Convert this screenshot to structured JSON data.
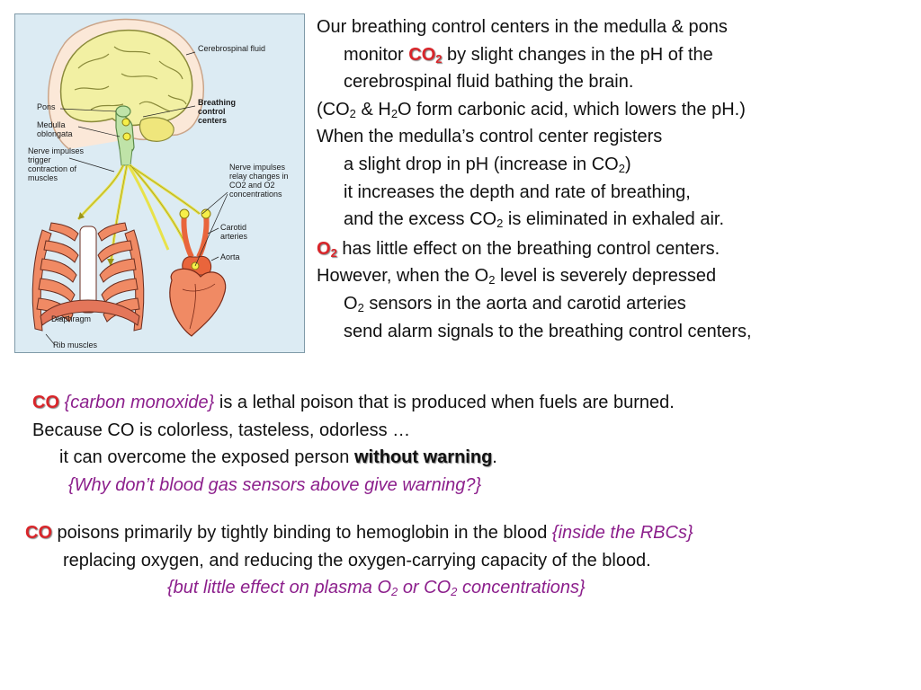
{
  "figure": {
    "labels": {
      "csf": "Cerebrospinal fluid",
      "breathing_centers": "Breathing control centers",
      "pons": "Pons",
      "medulla": "Medulla oblongata",
      "nerve_trigger": "Nerve impulses trigger contraction of muscles",
      "nerve_relay": "Nerve impulses relay changes in CO2 and O2 concentrations",
      "carotid": "Carotid arteries",
      "aorta": "Aorta",
      "diaphragm": "Diaphragm",
      "rib": "Rib muscles"
    }
  },
  "right_text": {
    "l1": "Our breathing control centers in the medulla & pons",
    "l2_pre": "monitor ",
    "l2_co": "CO",
    "l2_sub": "2",
    "l2_post": " by slight changes in the pH of the",
    "l3": "cerebrospinal fluid bathing the brain.",
    "l4_a": "(CO",
    "l4_sub1": "2",
    "l4_b": " & H",
    "l4_sub2": "2",
    "l4_c": "O form carbonic acid, which lowers the pH.)",
    "l5": "When the medulla’s control center registers",
    "l6_a": "a slight drop in pH (increase in CO",
    "l6_sub": "2",
    "l6_b": ")",
    "l7": "it increases the depth and rate of breathing,",
    "l8_a": "and the excess CO",
    "l8_sub": "2",
    "l8_b": " is eliminated in exhaled air.",
    "l9_o": "O",
    "l9_sub": "2",
    "l9_post": " has little effect on the breathing control centers.",
    "l10_a": "However, when the O",
    "l10_sub": "2",
    "l10_b": " level is severely depressed",
    "l11_a": "O",
    "l11_sub": "2",
    "l11_b": " sensors in the aorta and carotid arteries",
    "l12": "send alarm signals to the breathing control centers,"
  },
  "middle_text": {
    "l1_co": "CO",
    "l1_paren": " {carbon monoxide}",
    "l1_post": " is a lethal poison that is produced when fuels are burned.",
    "l2": "Because CO is colorless, tasteless, odorless …",
    "l3_pre": "it can overcome the exposed person ",
    "l3_bold": "without warning",
    "l3_post": ".",
    "l4": "{Why don’t blood gas sensors above give warning?}"
  },
  "bottom_text": {
    "l1_co": "CO",
    "l1_mid": " poisons primarily by tightly binding to hemoglobin in the blood ",
    "l1_paren": "{inside the RBCs}",
    "l2": "replacing oxygen, and reducing the oxygen-carrying capacity of the blood.",
    "l3_a": "{but little effect on plasma O",
    "l3_sub1": "2",
    "l3_b": " or CO",
    "l3_sub2": "2",
    "l3_c": " concentrations}"
  },
  "colors": {
    "highlight_red": "#d9252a",
    "purple": "#8c1f8c",
    "figure_bg": "#dcebf3",
    "muscle": "#f08a64",
    "brain": "#f4f2a8",
    "nerve": "#e8e24a"
  }
}
